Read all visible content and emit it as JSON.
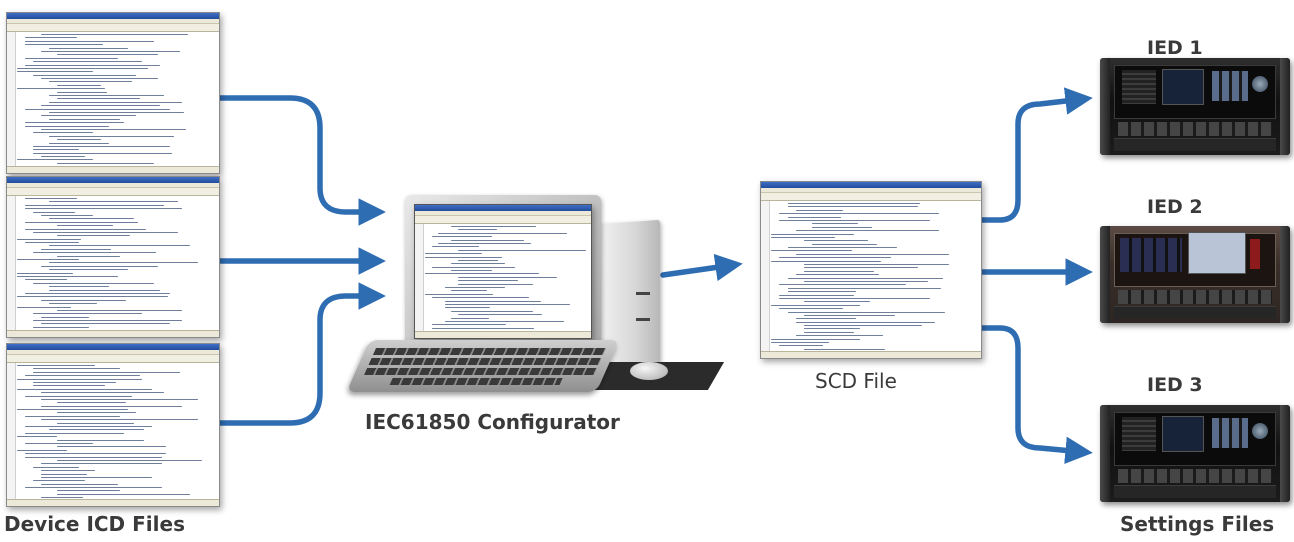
{
  "labels": {
    "device_icd_files": "Device ICD Files",
    "configurator": "IEC61850 Configurator",
    "scd_file": "SCD File",
    "settings_files": "Settings Files",
    "ied1": "IED 1",
    "ied2": "IED 2",
    "ied3": "IED 3"
  },
  "colors": {
    "arrow": "#2f6db3",
    "label_text": "#3a3a3a"
  },
  "icons": {
    "icd_file": "xml-editor-window",
    "configurator": "desktop-computer",
    "scd_file": "xml-editor-window",
    "ied": "protective-relay-device"
  }
}
